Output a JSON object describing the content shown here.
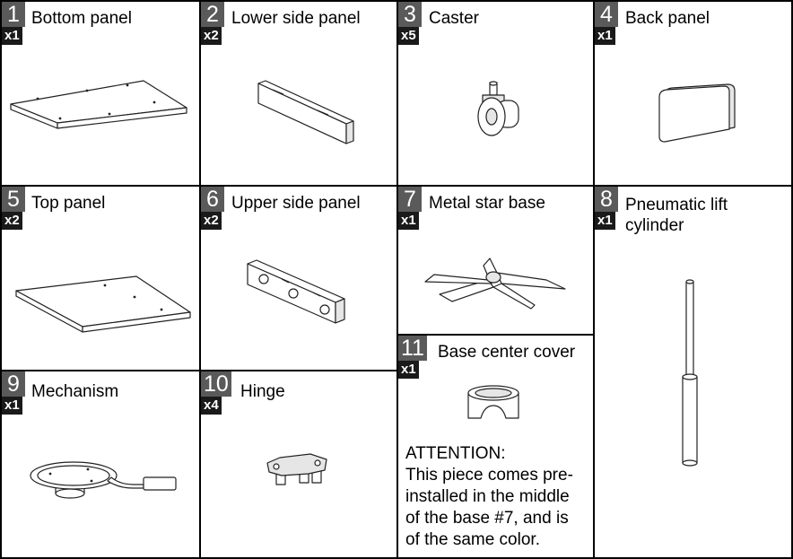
{
  "parts": [
    {
      "number": "1",
      "name": "Bottom panel",
      "qty": "x1",
      "icon": "bottom-panel-icon"
    },
    {
      "number": "2",
      "name": "Lower side panel",
      "qty": "x2",
      "icon": "lower-side-panel-icon"
    },
    {
      "number": "3",
      "name": "Caster",
      "qty": "x5",
      "icon": "caster-icon"
    },
    {
      "number": "4",
      "name": "Back panel",
      "qty": "x1",
      "icon": "back-panel-icon"
    },
    {
      "number": "5",
      "name": "Top panel",
      "qty": "x2",
      "icon": "top-panel-icon"
    },
    {
      "number": "6",
      "name": "Upper side panel",
      "qty": "x2",
      "icon": "upper-side-panel-icon"
    },
    {
      "number": "7",
      "name": "Metal star base",
      "qty": "x1",
      "icon": "star-base-icon"
    },
    {
      "number": "8",
      "name_line1": "Pneumatic lift",
      "name_line2": "cylinder",
      "qty": "x1",
      "icon": "lift-cylinder-icon"
    },
    {
      "number": "11",
      "name": "Base center cover",
      "qty": "x1",
      "icon": "base-cover-icon"
    },
    {
      "number": "9",
      "name": "Mechanism",
      "qty": "x1",
      "icon": "mechanism-icon"
    },
    {
      "number": "10",
      "name": "Hinge",
      "qty": "x4",
      "icon": "hinge-icon"
    }
  ],
  "attention": {
    "title": "ATTENTION:",
    "lines": [
      "This piece comes pre-",
      "installed in the middle",
      "of the base #7, and is",
      "of the same color."
    ]
  }
}
